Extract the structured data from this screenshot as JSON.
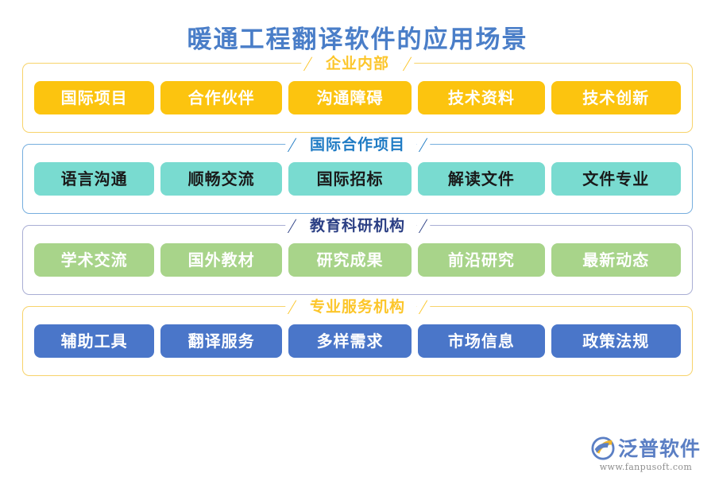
{
  "title": "暖通工程翻译软件的应用场景",
  "colors": {
    "title": "#4a7ec8",
    "amber_chip": "#fcc40f",
    "teal_chip": "#79dbd0",
    "green_chip": "#a8d48a",
    "blue_chip": "#4a76c9",
    "amber_frame": "#f7d36a",
    "blue_frame": "#76aede",
    "periwinkle_frame": "#a9aed4"
  },
  "sections": [
    {
      "title": "企业内部",
      "theme": "amber",
      "chips": [
        "国际项目",
        "合作伙伴",
        "沟通障碍",
        "技术资料",
        "技术创新"
      ]
    },
    {
      "title": "国际合作项目",
      "theme": "teal",
      "chips": [
        "语言沟通",
        "顺畅交流",
        "国际招标",
        "解读文件",
        "文件专业"
      ]
    },
    {
      "title": "教育科研机构",
      "theme": "green",
      "chips": [
        "学术交流",
        "国外教材",
        "研究成果",
        "前沿研究",
        "最新动态"
      ]
    },
    {
      "title": "专业服务机构",
      "theme": "blue",
      "chips": [
        "辅助工具",
        "翻译服务",
        "多样需求",
        "市场信息",
        "政策法规"
      ]
    }
  ],
  "decoration": {
    "slash": "/"
  },
  "logo": {
    "name": "泛普软件",
    "url": "www.fanpusoft.com"
  }
}
